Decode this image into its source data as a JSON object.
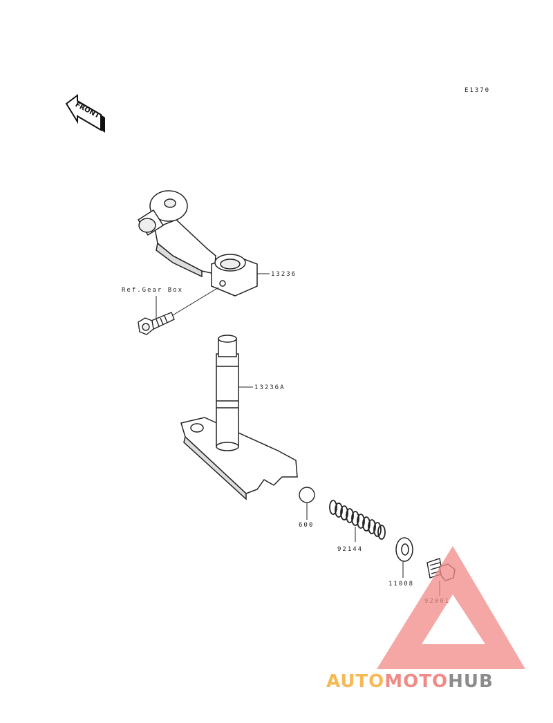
{
  "diagram": {
    "ref_code": "E1370",
    "front_arrow_text": "FRONT",
    "reference_label": "Ref.Gear Box",
    "parts": [
      {
        "id": "lever",
        "number": "13236"
      },
      {
        "id": "shaft",
        "number": "13236A"
      },
      {
        "id": "ball",
        "number": "600"
      },
      {
        "id": "spring",
        "number": "92144"
      },
      {
        "id": "washer",
        "number": "11008"
      },
      {
        "id": "plug",
        "number": "92001"
      }
    ]
  },
  "watermark": {
    "part1": "AUTO",
    "part2": "MOTO",
    "part3": "HUB",
    "colors": {
      "part1": "#f7b955",
      "part2": "#f08a86",
      "part3": "#8b8b8b",
      "triangle": "#f08a86"
    }
  }
}
